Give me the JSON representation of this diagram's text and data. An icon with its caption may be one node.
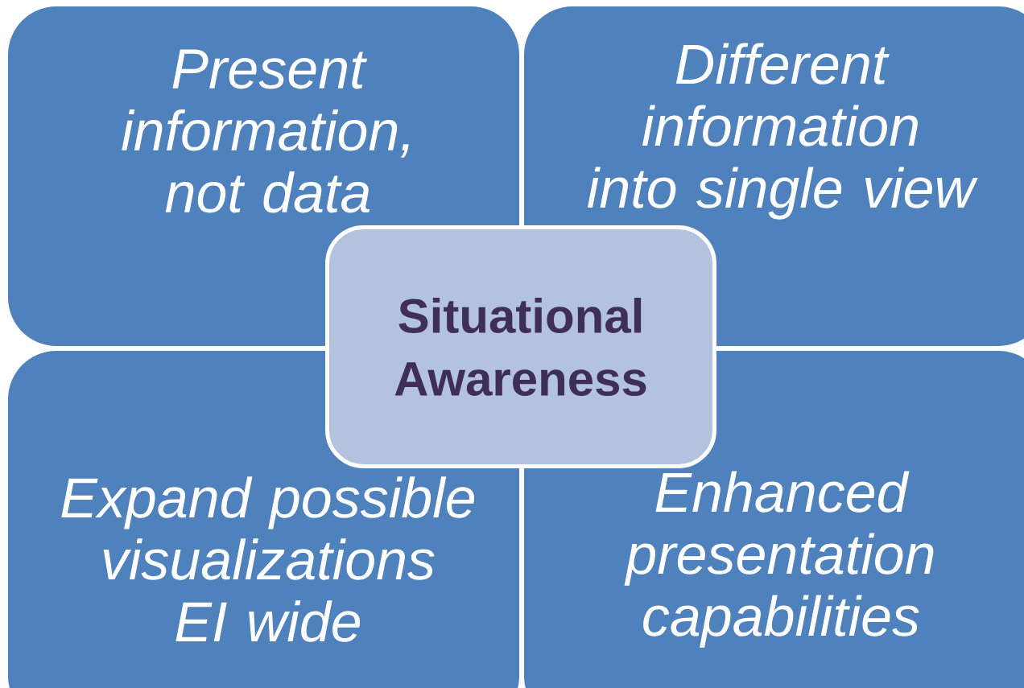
{
  "diagram": {
    "nodes": [
      {
        "text": [
          "Present information, not data"
        ]
      },
      {
        "text": [
          "Different information into single view"
        ]
      },
      {
        "text": [
          "Situational Awareness"
        ]
      },
      {
        "text": [
          "Expand possible visualizations EI wide"
        ]
      },
      {
        "text": [
          "Enhanced presentation capabilities"
        ]
      }
    ]
  }
}
